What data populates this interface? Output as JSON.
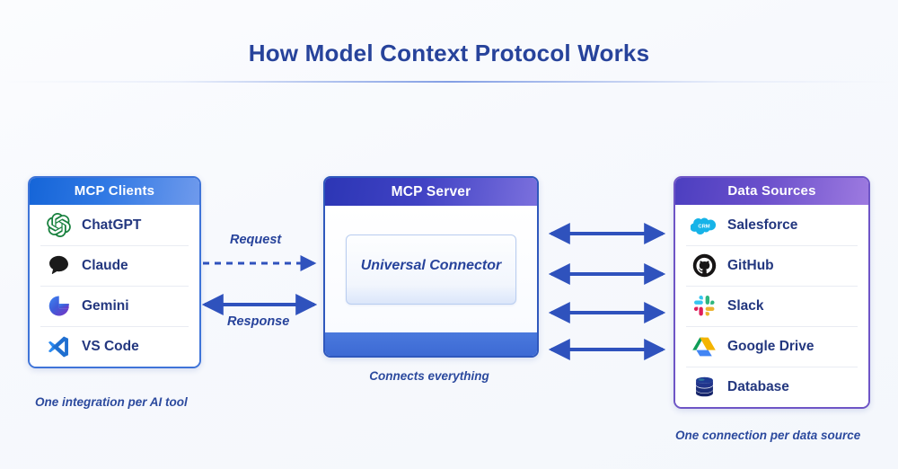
{
  "title": "How Model Context Protocol Works",
  "colors": {
    "title": "#27439b",
    "clients_accent": "#3179e4",
    "server_accent": "#4042c4",
    "sources_accent": "#6a4fcb",
    "arrow": "#2f52bd",
    "background": "#f7f9fd"
  },
  "clients": {
    "header": "MCP Clients",
    "caption": "One integration per AI tool",
    "items": [
      {
        "label": "ChatGPT",
        "icon": "chatgpt-icon"
      },
      {
        "label": "Claude",
        "icon": "claude-icon"
      },
      {
        "label": "Gemini",
        "icon": "gemini-icon"
      },
      {
        "label": "VS Code",
        "icon": "vscode-icon"
      }
    ]
  },
  "server": {
    "header": "MCP Server",
    "connector_label": "Universal Connector",
    "caption": "Connects everything"
  },
  "sources": {
    "header": "Data Sources",
    "caption": "One connection per data source",
    "items": [
      {
        "label": "Salesforce",
        "icon": "salesforce-icon"
      },
      {
        "label": "GitHub",
        "icon": "github-icon"
      },
      {
        "label": "Slack",
        "icon": "slack-icon"
      },
      {
        "label": "Google Drive",
        "icon": "google-drive-icon"
      },
      {
        "label": "Database",
        "icon": "database-icon"
      }
    ]
  },
  "flows": {
    "request_label": "Request",
    "response_label": "Response",
    "request_style": "dashed-single-arrow-right",
    "response_style": "solid-double-arrow",
    "server_to_sources_count": 4,
    "server_to_sources_style": "solid-double-arrow"
  }
}
